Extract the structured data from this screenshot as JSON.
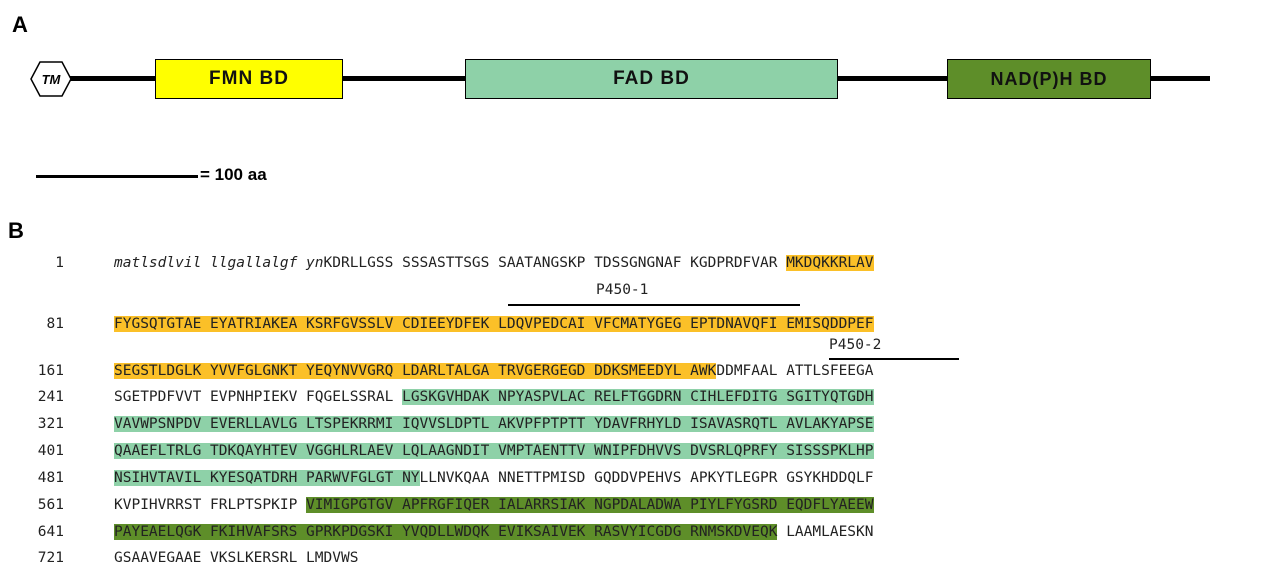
{
  "panels": {
    "a": "A",
    "b": "B"
  },
  "domain_map": {
    "tm_label": "TM",
    "domains": [
      {
        "label": "FMN BD",
        "color": "#FFFF00"
      },
      {
        "label": "FAD BD",
        "color": "#8ED1A8"
      },
      {
        "label": "NAD(P)H BD",
        "color": "#5E8E29"
      }
    ],
    "scale_label": "= 100 aa"
  },
  "peptides": [
    {
      "label": "P450-1"
    },
    {
      "label": "P450-2"
    }
  ],
  "colors": {
    "fmn_highlight": "#FBC028",
    "fad_highlight": "#8ED1A8",
    "nad_highlight": "#5E8E29"
  },
  "sequence_rows": [
    {
      "num": "1",
      "segs": [
        {
          "t": "matlsdlvil llgallalgf yn",
          "c": "ital"
        },
        {
          "t": "KDRLLGSS SSSASTTSGS SAATANGSKP TDSSGNGNAF KGDPRDFVAR ",
          "c": ""
        },
        {
          "t": "MKDQKKRLAV",
          "c": "fmn"
        }
      ]
    },
    {
      "num": "81",
      "segs": [
        {
          "t": "FYGSQTGTAE EYATRIAKEA KSRFGVSSLV CDIEEYDFEK LDQVPEDCAI VFCMATYGEG EPTDNAVQFI EMISQDDPEF",
          "c": "fmn"
        }
      ]
    },
    {
      "num": "161",
      "segs": [
        {
          "t": "SEGSTLDGLK YVVFGLGNKT YEQYNVVGRQ LDARLTALGA TRVGERGEGD DDKSMEEDYL AWK",
          "c": "fmn"
        },
        {
          "t": "DDMFAAL ATTLSFEEGA",
          "c": ""
        }
      ]
    },
    {
      "num": "241",
      "segs": [
        {
          "t": "SGETPDFVVT EVPNHPIEKV FQGELSSRAL ",
          "c": ""
        },
        {
          "t": "LGSKGVHDAK NPYASPVLAC RELFTGGDRN CIHLEFDITG SGITYQTGDH",
          "c": "fad"
        }
      ]
    },
    {
      "num": "321",
      "segs": [
        {
          "t": "VAVWPSNPDV EVERLLAVLG LTSPEKRRMI IQVVSLDPTL AKVPFPTPTT YDAVFRHYLD ISAVASRQTL AVLAKYAPSE",
          "c": "fad"
        }
      ]
    },
    {
      "num": "401",
      "segs": [
        {
          "t": "QAAEFLTRLG TDKQAYHTEV VGGHLRLAEV LQLAAGNDIT VMPTAENTTV WNIPFDHVVS DVSRLQPRFY SISSSPKLHP",
          "c": "fad"
        }
      ]
    },
    {
      "num": "481",
      "segs": [
        {
          "t": "NSIHVTAVIL KYESQATDRH PARWVFGLGT NY",
          "c": "fad"
        },
        {
          "t": "LLNVKQAA NNETTPMISD GQDDVPEHVS APKYTLEGPR GSYKHDDQLF",
          "c": ""
        }
      ]
    },
    {
      "num": "561",
      "segs": [
        {
          "t": "KVPIHVRRST FRLPTSPKIP ",
          "c": ""
        },
        {
          "t": "VIMIGPGTGV APFRGFIQER IALARRSIAK NGPDALADWA PIYLFYGSRD EQDFLYAEEW",
          "c": "nad"
        }
      ]
    },
    {
      "num": "641",
      "segs": [
        {
          "t": "PAYEAELQGK FKIHVAFSRS GPRKPDGSKI YVQDLLWDQK EVIKSAIVEK RASVYICGDG RNMSKDVEQK",
          "c": "nad"
        },
        {
          "t": " LAAMLAESKN",
          "c": ""
        }
      ]
    },
    {
      "num": "721",
      "segs": [
        {
          "t": "GSAAVEGAAE VKSLKERSRL LMDVWS",
          "c": ""
        }
      ]
    }
  ]
}
